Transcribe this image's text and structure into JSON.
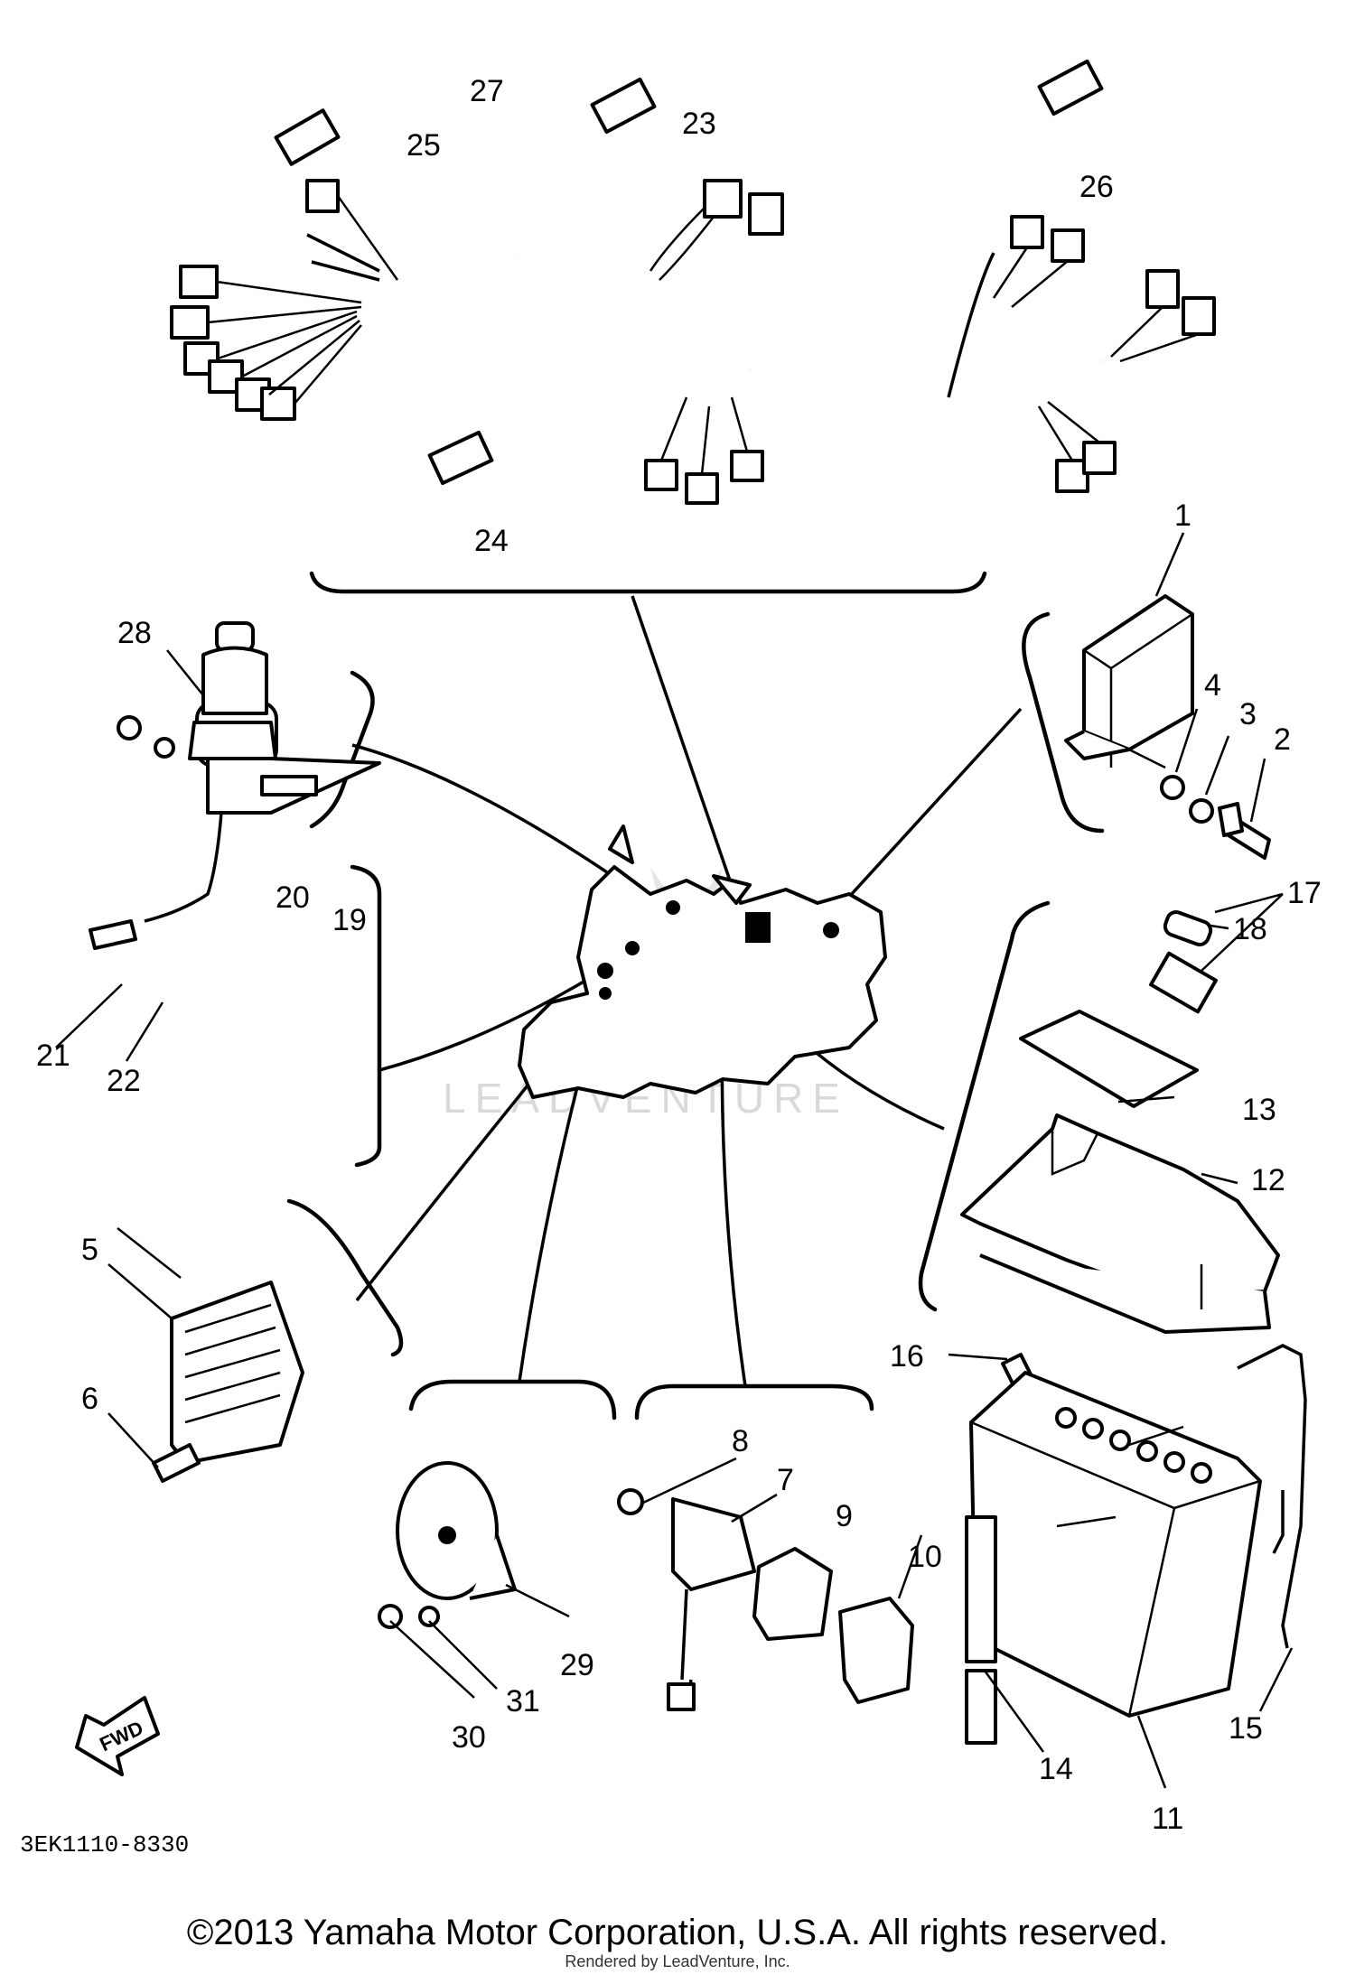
{
  "watermark": "LEADVENTURE",
  "diagram_code": "3EK1110-8330",
  "fwd_label": "FWD",
  "copyright": "©2013 Yamaha Motor Corporation, U.S.A. All rights reserved.",
  "rendered_by": "Rendered by LeadVenture, Inc.",
  "callouts": {
    "c1": "1",
    "c2": "2",
    "c3": "3",
    "c4": "4",
    "c5": "5",
    "c6": "6",
    "c7": "7",
    "c8": "8",
    "c9": "9",
    "c10": "10",
    "c11": "11",
    "c12": "12",
    "c13": "13",
    "c14": "14",
    "c15": "15",
    "c16": "16",
    "c17": "17",
    "c18": "18",
    "c19": "19",
    "c20": "20",
    "c21": "21",
    "c22": "22",
    "c23": "23",
    "c24": "24",
    "c25": "25",
    "c26": "26",
    "c27": "27",
    "c28": "28",
    "c29": "29",
    "c30": "30",
    "c31": "31"
  }
}
